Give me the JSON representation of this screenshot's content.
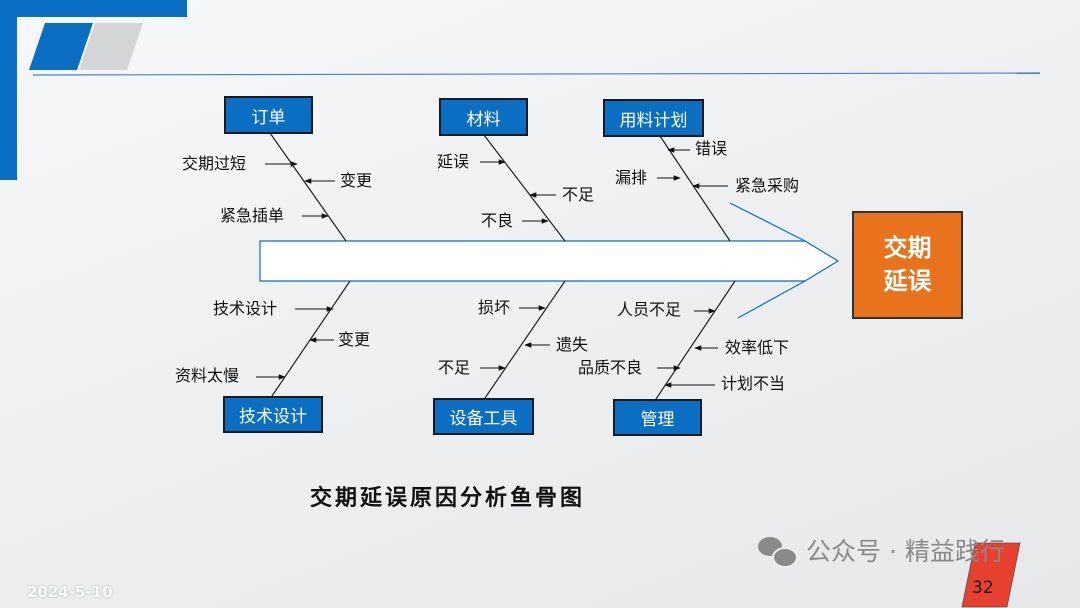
{
  "slide": {
    "date": "2024-5-10",
    "page_number": "32",
    "watermark": "公众号 · 精益践行"
  },
  "diagram": {
    "title": "交期延误原因分析鱼骨图",
    "effect": {
      "line1": "交期",
      "line2": "延误"
    },
    "categories": {
      "order": {
        "label": "订单",
        "causes": [
          "交期过短",
          "变更",
          "紧急插单"
        ]
      },
      "material": {
        "label": "材料",
        "causes": [
          "延误",
          "不足",
          "不良"
        ]
      },
      "material_plan": {
        "label": "用料计划",
        "causes": [
          "错误",
          "漏排",
          "紧急采购"
        ]
      },
      "tech_design": {
        "label": "技术设计",
        "causes": [
          "技术设计",
          "变更",
          "资料太慢"
        ]
      },
      "equipment": {
        "label": "设备工具",
        "causes": [
          "损坏",
          "遗失",
          "不足"
        ]
      },
      "management": {
        "label": "管理",
        "causes": [
          "人员不足",
          "效率低下",
          "品质不良",
          "计划不当"
        ]
      }
    }
  },
  "colors": {
    "brand_blue": "#0a6fc2",
    "effect_orange": "#e8731c",
    "page_red": "#e8402f"
  }
}
